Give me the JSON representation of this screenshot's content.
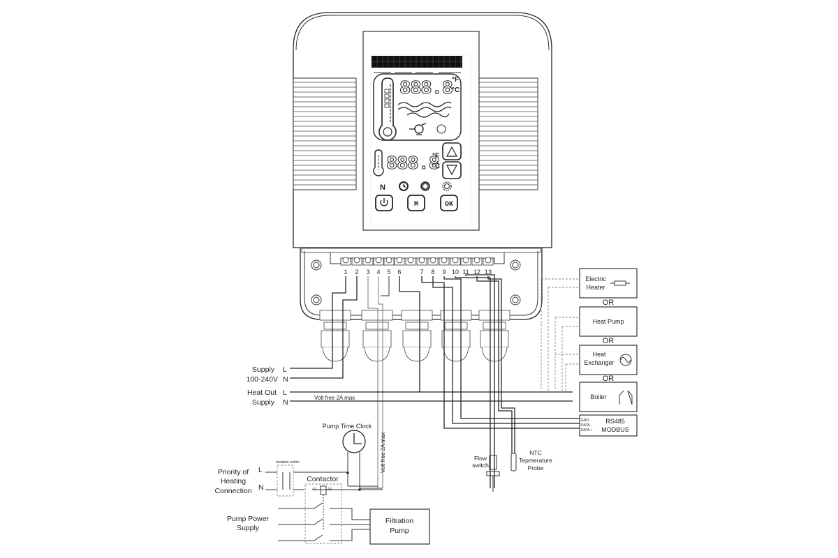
{
  "controller": {
    "display": {
      "main_reading": "888.8",
      "secondary_reading": "888.8",
      "unit_f": "°F",
      "unit_c": "°C",
      "mode_indicator": "N"
    },
    "buttons": {
      "power": "⏻",
      "mode": "M",
      "ok": "OK",
      "up": "▲",
      "down": "▼"
    },
    "terminals": [
      "1",
      "2",
      "3",
      "4",
      "5",
      "6",
      "7",
      "8",
      "9",
      "10",
      "11",
      "12",
      "13"
    ]
  },
  "heater_options": {
    "electric_heater": {
      "line1": "Electric",
      "line2": "Heater"
    },
    "or_1": "OR",
    "heat_pump": "Heat Pump",
    "or_2": "OR",
    "heat_exchanger": {
      "line1": "Heat",
      "line2": "Exchanger"
    },
    "or_3": "OR",
    "boiler": "Boiler",
    "modbus": {
      "gnd": "GND",
      "data_minus": "DATA -",
      "data_plus": "DATA +",
      "line1": "RS485",
      "line2": "MODBUS"
    }
  },
  "left_labels": {
    "supply": {
      "line1": "Supply",
      "line2": "100-240V",
      "l": "L",
      "n": "N"
    },
    "heat_out": {
      "line1": "Heat Out",
      "line2": "Supply",
      "l": "L",
      "n": "N"
    },
    "volt_free_h": "Volt free 2A max",
    "volt_free_v": "Volt free 2A max",
    "pump_time_clock": "Pump Time Clock",
    "isolation_switch": "Isolation switch",
    "priority": {
      "line1": "Priority of",
      "line2": "Heating",
      "line3": "Connection",
      "l": "L",
      "n": "N"
    },
    "contactor": "Contactor",
    "a1": "A1",
    "a2": "A2",
    "pump_power": {
      "line1": "Pump Power",
      "line2": "Supply"
    },
    "filtration_pump": {
      "line1": "Filtration",
      "line2": "Pump"
    }
  },
  "sensors": {
    "flow_switch": {
      "line1": "Flow",
      "line2": "switch"
    },
    "ntc_probe": {
      "line1": "NTC",
      "line2": "Tepmerature",
      "line3": "Probe"
    }
  }
}
